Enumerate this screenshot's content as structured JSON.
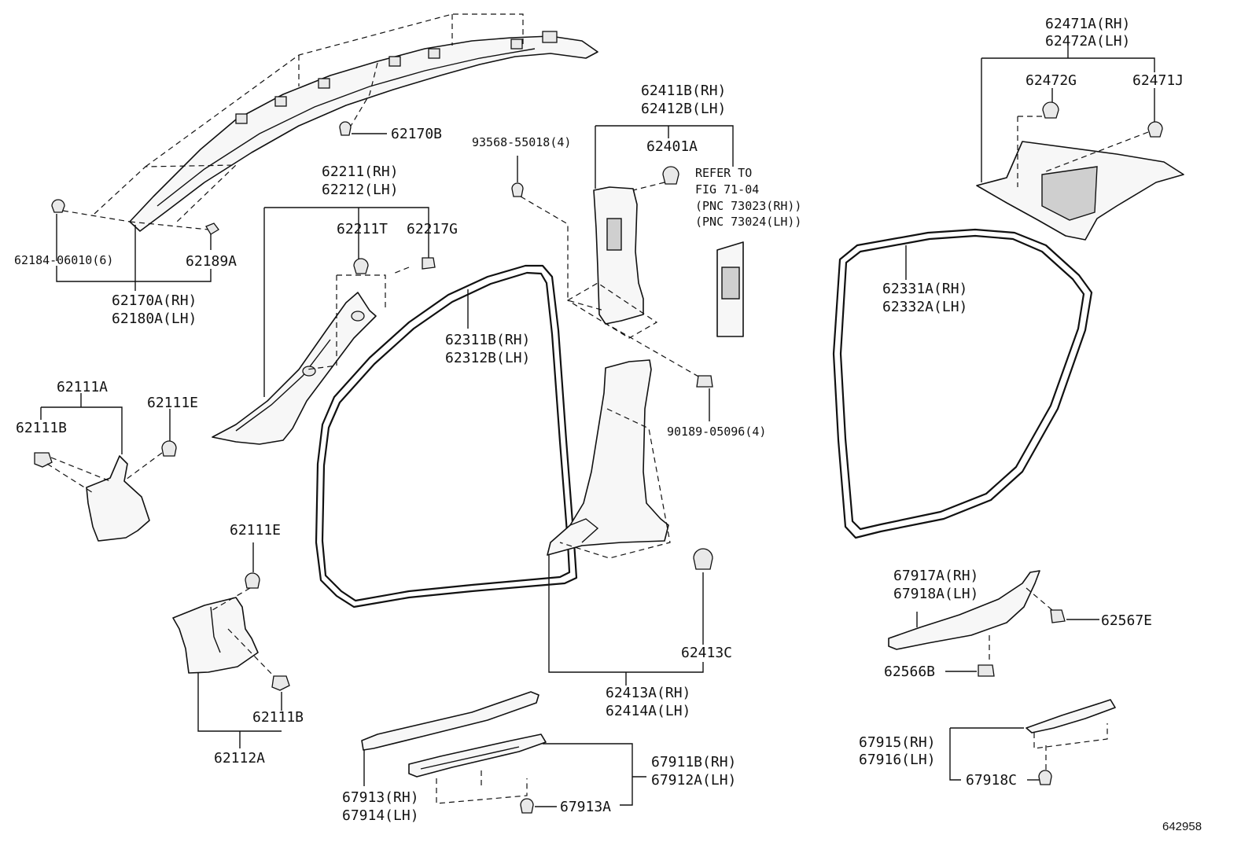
{
  "labels": {
    "l62170B": "62170B",
    "l62184": "62184-06010(6)",
    "l62189A": "62189A",
    "l62170A": "62170A(RH)",
    "l62180A": "62180A(LH)",
    "l62211": "62211(RH)",
    "l62212": "62212(LH)",
    "l62211T": "62211T",
    "l62217G": "62217G",
    "l93568": "93568-55018(4)",
    "l62411B": "62411B(RH)",
    "l62412B": "62412B(LH)",
    "l62401A": "62401A",
    "refer1": "REFER TO",
    "refer2": "FIG 71-04",
    "refer3": "(PNC 73023(RH))",
    "refer4": "(PNC 73024(LH))",
    "l62471A": "62471A(RH)",
    "l62472A": "62472A(LH)",
    "l62472G": "62472G",
    "l62471J": "62471J",
    "l62311B": "62311B(RH)",
    "l62312B": "62312B(LH)",
    "l62331A": "62331A(RH)",
    "l62332A": "62332A(LH)",
    "l62111A": "62111A",
    "l62111B_top": "62111B",
    "l62111E_top": "62111E",
    "l90189": "90189-05096(4)",
    "l62111E_bot": "62111E",
    "l62111B_bot": "62111B",
    "l62112A": "62112A",
    "l62413C": "62413C",
    "l62413A": "62413A(RH)",
    "l62414A": "62414A(LH)",
    "l67917A": "67917A(RH)",
    "l67918A": "67918A(LH)",
    "l62567E": "62567E",
    "l62566B": "62566B",
    "l67911B": "67911B(RH)",
    "l67912A": "67912A(LH)",
    "l67913": "67913(RH)",
    "l67914": "67914(LH)",
    "l67913A": "67913A",
    "l67915": "67915(RH)",
    "l67916": "67916(LH)",
    "l67918C": "67918C",
    "figure_id": "642958"
  }
}
